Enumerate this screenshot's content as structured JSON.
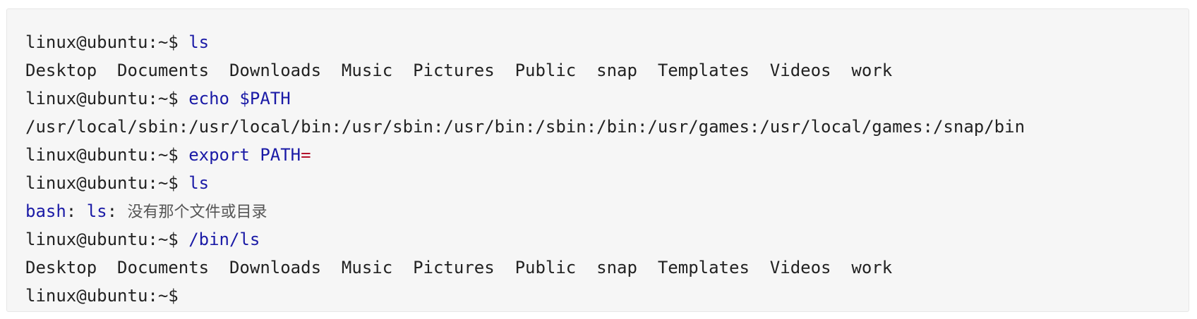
{
  "terminal": {
    "lines": [
      {
        "prompt": "linux@ubuntu:~$ ",
        "command": "ls"
      },
      {
        "output": "Desktop  Documents  Downloads  Music  Pictures  Public  snap  Templates  Videos  work"
      },
      {
        "prompt": "linux@ubuntu:~$ ",
        "command": "echo $PATH"
      },
      {
        "output": "/usr/local/sbin:/usr/local/bin:/usr/sbin:/usr/bin:/sbin:/bin:/usr/games:/usr/local/games:/snap/bin"
      },
      {
        "prompt": "linux@ubuntu:~$ ",
        "command": "export PATH",
        "operator": "="
      },
      {
        "prompt": "linux@ubuntu:~$ ",
        "command": "ls"
      },
      {
        "error_prefix": "bash",
        "error_sep1": ": ",
        "error_cmd": "ls",
        "error_sep2": ": ",
        "error_message": "没有那个文件或目录"
      },
      {
        "prompt": "linux@ubuntu:~$ ",
        "command": "/bin/ls"
      },
      {
        "output": "Desktop  Documents  Downloads  Music  Pictures  Public  snap  Templates  Videos  work"
      },
      {
        "prompt": "linux@ubuntu:~$"
      }
    ]
  },
  "colors": {
    "background": "#f6f6f6",
    "command": "#1a1aa6",
    "operator": "#b3122b",
    "text": "#222222"
  }
}
